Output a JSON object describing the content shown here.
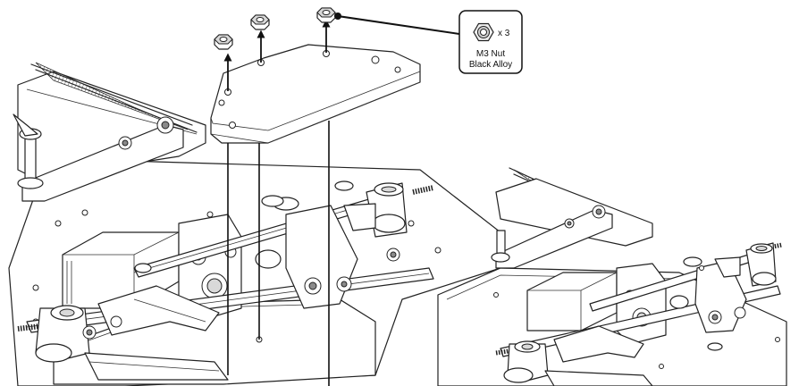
{
  "callout": {
    "quantity": "x 3",
    "name_line1": "M3 Nut",
    "name_line2": "Black Alloy"
  },
  "icons": {
    "nut": "hex-nut-icon",
    "arrow": "up-arrow-icon"
  }
}
